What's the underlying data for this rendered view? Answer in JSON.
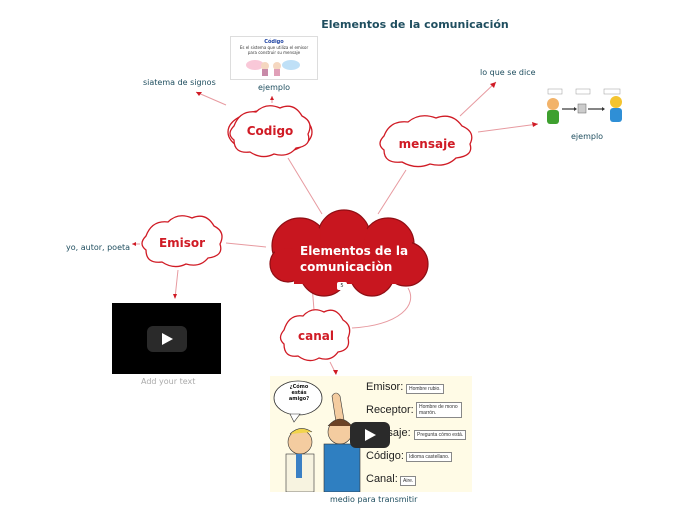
{
  "title": "Elementos de la comunicación",
  "central": {
    "line1": "Elementos de la",
    "line2": "comunicaciòn",
    "badge": "5"
  },
  "nodes": {
    "codigo": "Codigo",
    "mensaje": "mensaje",
    "emisor": "Emisor",
    "canal": "canal"
  },
  "labels": {
    "sistema_signos": "siatema de signos",
    "ejemplo_codigo": "ejemplo",
    "lo_que_se_dice": "lo que se dice",
    "ejemplo_mensaje": "ejemplo",
    "yo_autor_poeta": "yo, autor, poeta",
    "add_your_text": "Add your text",
    "medio_transmitir": "medio para transmitir"
  },
  "codigo_thumb": {
    "heading": "Código",
    "text": "Es el sistema que utiliza el emisor para construir su mensaje"
  },
  "canal_image": {
    "bubble": "¿Cómo estás amigo?",
    "rows": [
      {
        "label": "Emisor:",
        "value": "Hombre rubio."
      },
      {
        "label": "Receptor:",
        "value": "Hombre de mono marrón."
      },
      {
        "label": "Mensaje:",
        "value": "Pregunta cómo está."
      },
      {
        "label": "Código:",
        "value": "Idioma castellano."
      },
      {
        "label": "Canal:",
        "value": "Aire."
      }
    ]
  },
  "colors": {
    "accent": "#d01b25",
    "label": "#1f4e5f",
    "line": "#e79aa0"
  }
}
